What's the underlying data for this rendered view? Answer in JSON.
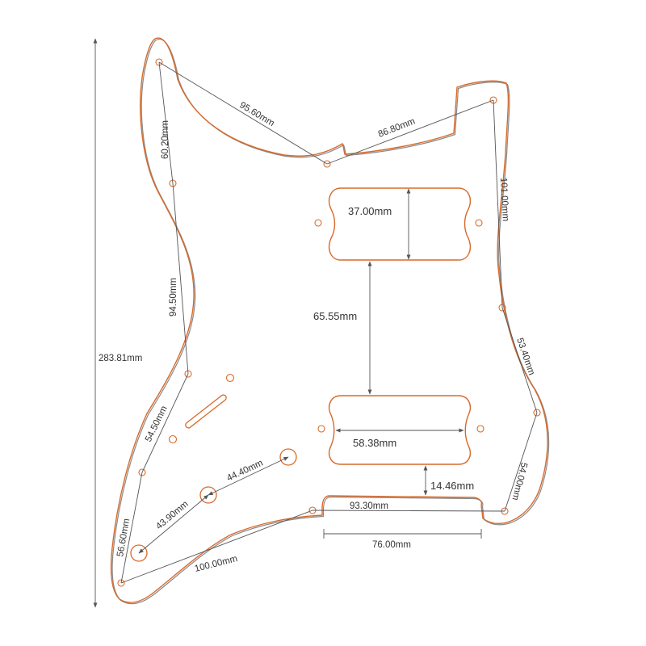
{
  "colors": {
    "outline": "#d86a2a",
    "outline_shadow": "#8a8a8a",
    "dimension_line": "#555555",
    "label_text": "#333333",
    "background": "#ffffff"
  },
  "dimensions": {
    "overall_height": "283.81mm",
    "top_left_to_center": "95.60mm",
    "center_to_top_right": "86.80mm",
    "left_upper_segment": "60.20mm",
    "left_middle_segment": "94.50mm",
    "left_lower_segment": "54.50mm",
    "left_bottom_segment": "56.60mm",
    "right_upper_segment": "101.00mm",
    "right_middle_segment": "53.40mm",
    "right_lower_segment": "54.00mm",
    "neck_pickup_height": "37.00mm",
    "pickup_spacing": "65.55mm",
    "bridge_pickup_width": "58.38mm",
    "bridge_to_cutout": "14.46mm",
    "cutout_hole_span": "93.30mm",
    "cutout_width": "76.00mm",
    "bottom_hole_span": "100.00mm",
    "knob_spacing_1": "43.90mm",
    "knob_spacing_2": "44.40mm"
  }
}
